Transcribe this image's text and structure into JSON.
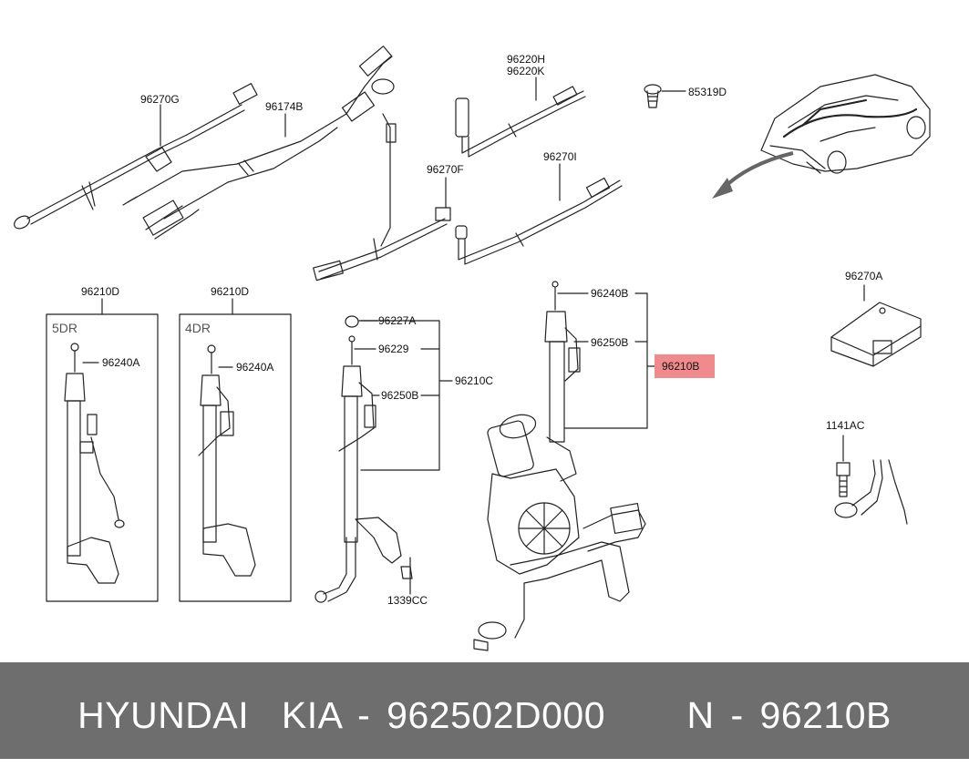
{
  "labels": {
    "p96270G": "96270G",
    "p96174B": "96174B",
    "p96220H": "96220H",
    "p96220K": "96220K",
    "p85319D": "85319D",
    "p96270F": "96270F",
    "p96270I": "96270I",
    "p96270A": "96270A",
    "p96210D_a": "96210D",
    "p96210D_b": "96210D",
    "box5dr": "5DR",
    "box4dr": "4DR",
    "p96240A_a": "96240A",
    "p96240A_b": "96240A",
    "p96227A": "96227A",
    "p96229": "96229",
    "p96250B_a": "96250B",
    "p96210C": "96210C",
    "p1339CC": "1339CC",
    "p96240B": "96240B",
    "p96250B_b": "96250B",
    "p96210B": "96210B",
    "p1141AC": "1141AC"
  },
  "footer": {
    "text": "HYUNDAI  KIA - 962502D000     N - 96210B",
    "background": "#6e6e6e",
    "color": "#ffffff"
  },
  "highlight_color": "#f08a8c"
}
